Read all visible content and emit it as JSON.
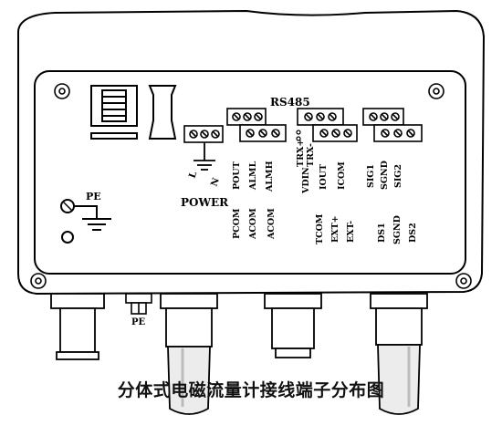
{
  "labels": {
    "rs485": "RS485",
    "pe_left": "PE",
    "pe_bottom": "PE",
    "power": "POWER",
    "l": "L",
    "n": "N",
    "pout": "POUT",
    "alml": "ALML",
    "almh": "ALMH",
    "pcom": "PCOM",
    "acom1": "ACOM",
    "acom2": "ACOM",
    "trx_plus": "TRX+",
    "trx_minus": "TRX-",
    "vdin": "VDIN",
    "iout": "IOUT",
    "icom": "ICOM",
    "tcom": "TCOM",
    "ext_plus": "EXT+",
    "ext_minus": "EXT-",
    "sig1": "SIG1",
    "sgnd1": "SGND",
    "sig2": "SIG2",
    "ds1": "DS1",
    "sgnd2": "SGND",
    "ds2": "DS2"
  },
  "caption": "分体式电磁流量计接线端子分布图",
  "colors": {
    "line": "#000000",
    "fill": "#ffffff",
    "cable": "#e8e8e8"
  }
}
